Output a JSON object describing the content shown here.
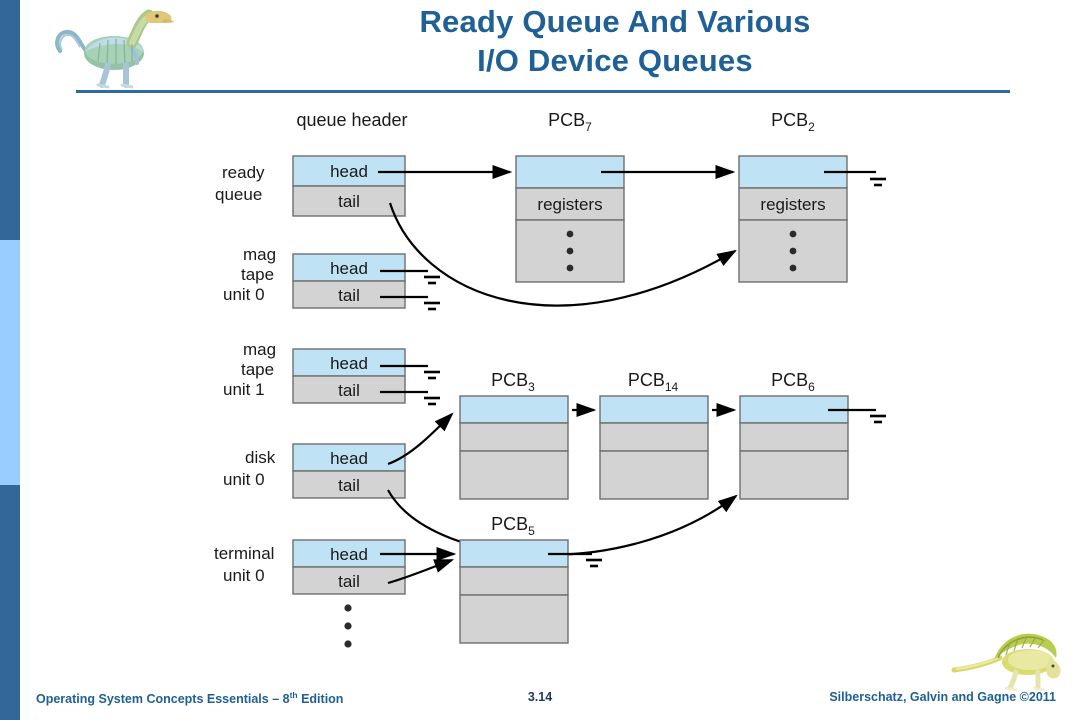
{
  "slide": {
    "title_lines": [
      "Ready Queue And Various",
      "I/O Device Queues"
    ],
    "accent_color": "#1F6096",
    "sidebar_dark": "#336699",
    "sidebar_light": "#99CCFF"
  },
  "decor": {
    "top_dino_name": "dinosaur-illustration",
    "bottom_dino_name": "dinosaur-illustration"
  },
  "diagram": {
    "column_headers": {
      "queue_header": "queue header",
      "pcb7": "PCB",
      "pcb7_sub": "7",
      "pcb2": "PCB",
      "pcb2_sub": "2",
      "pcb3": "PCB",
      "pcb3_sub": "3",
      "pcb14": "PCB",
      "pcb14_sub": "14",
      "pcb6": "PCB",
      "pcb6_sub": "6",
      "pcb5": "PCB",
      "pcb5_sub": "5"
    },
    "queues": [
      {
        "id": "ready-queue",
        "label_lines": [
          "ready",
          "queue"
        ],
        "head": "head",
        "tail": "tail"
      },
      {
        "id": "mag-tape-unit-0",
        "label_lines": [
          "mag",
          "tape",
          "unit 0"
        ],
        "head": "head",
        "tail": "tail"
      },
      {
        "id": "mag-tape-unit-1",
        "label_lines": [
          "mag",
          "tape",
          "unit 1"
        ],
        "head": "head",
        "tail": "tail"
      },
      {
        "id": "disk-unit-0",
        "label_lines": [
          "disk",
          "unit 0"
        ],
        "head": "head",
        "tail": "tail"
      },
      {
        "id": "terminal-unit-0",
        "label_lines": [
          "terminal",
          "unit 0"
        ],
        "head": "head",
        "tail": "tail"
      }
    ],
    "pcb_field_label": "registers",
    "colors": {
      "block_blue": "#BFE2F5",
      "block_gray": "#D3D3D3",
      "block_border": "#6E6E6E",
      "line": "#000000"
    }
  },
  "footer": {
    "left_text": "Operating System Concepts Essentials – 8",
    "left_sup": "th",
    "left_text_tail": " Edition",
    "page_number": "3.14",
    "right_text": "Silberschatz, Galvin and Gagne ©2011"
  }
}
